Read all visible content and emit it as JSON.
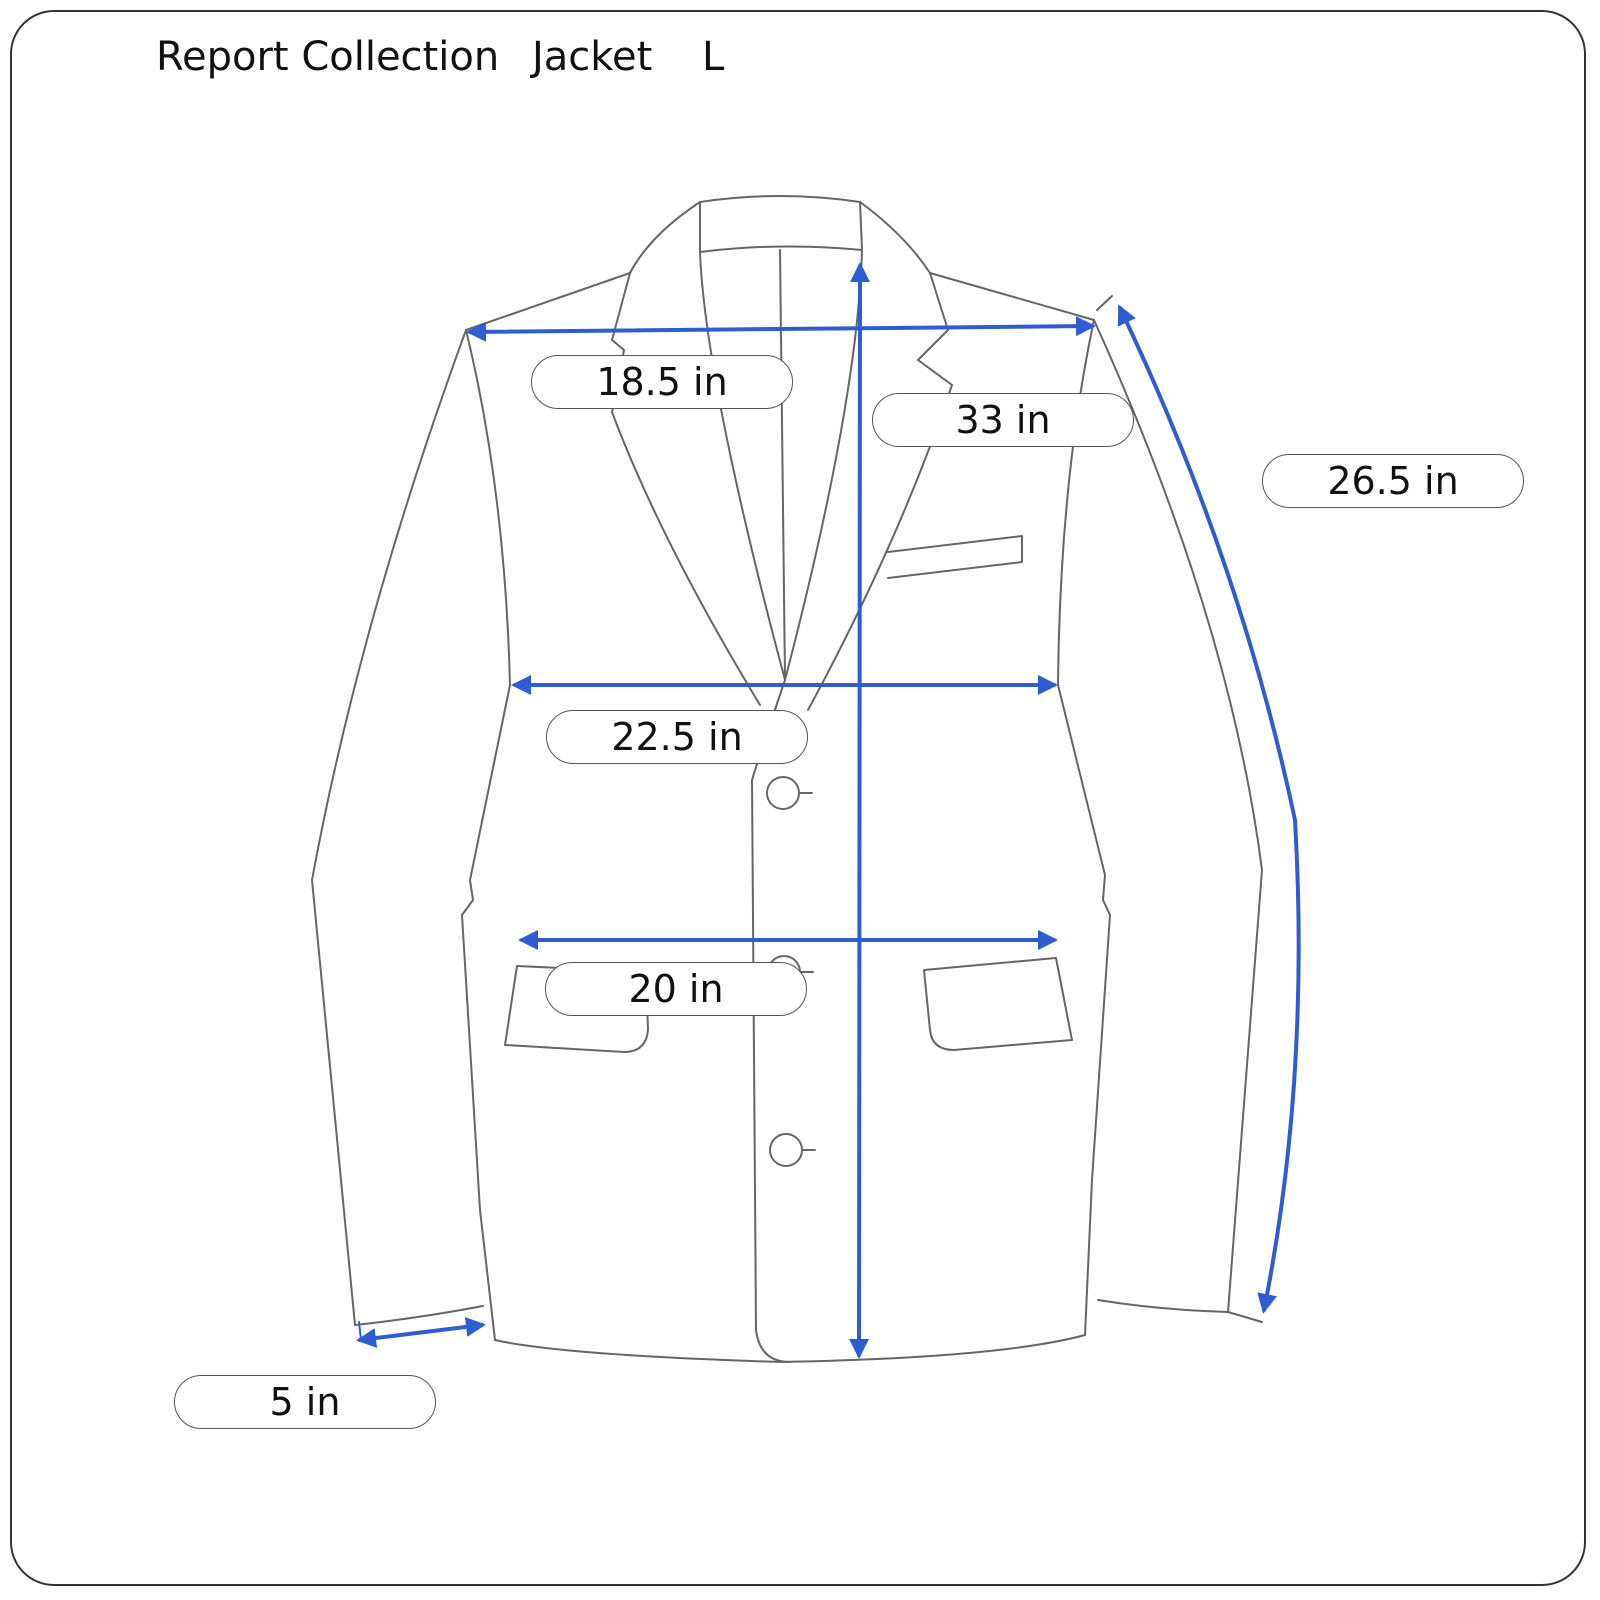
{
  "header": {
    "brand": "Report Collection",
    "item": "Jacket",
    "size": "L"
  },
  "measurements": {
    "shoulder": "18.5 in",
    "length": "33 in",
    "sleeve": "26.5 in",
    "chest": "22.5 in",
    "waist": "20 in",
    "cuff": "5 in"
  },
  "colors": {
    "measure_line": "#2f5cd0",
    "outline": "#666666"
  }
}
